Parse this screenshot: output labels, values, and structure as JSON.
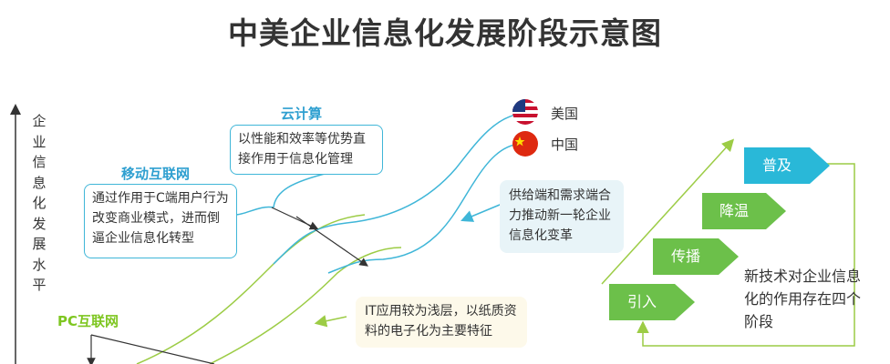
{
  "title": "中美企业信息化发展阶段示意图",
  "y_axis_label": "企业信息化发展水平",
  "legend": {
    "us": "美国",
    "cn": "中国"
  },
  "labels": {
    "cloud": "云计算",
    "mobile": "移动互联网",
    "pc": "PC互联网"
  },
  "boxes": {
    "cloud_desc": "以性能和效率等优势直接作用于信息化管理",
    "mobile_desc": "通过作用于C端用户行为改变商业模式，进而倒逼企业信息化转型",
    "supply_desc": "供给端和需求端合力推动新一轮企业信息化变革",
    "it_desc": "IT应用较为浅层，以纸质资料的电子化为主要特征"
  },
  "stages": [
    "引入",
    "传播",
    "降温",
    "普及"
  ],
  "stage_note": "新技术对企业信息化的作用存在四个阶段",
  "colors": {
    "title": "#333333",
    "blue": "#3fb6d8",
    "green": "#9ccc45",
    "stage_green": "#6cc04a",
    "stage_cyan": "#29b8d8",
    "cloud_heading": "#2e9fd0",
    "pc_heading": "#7ec621"
  }
}
